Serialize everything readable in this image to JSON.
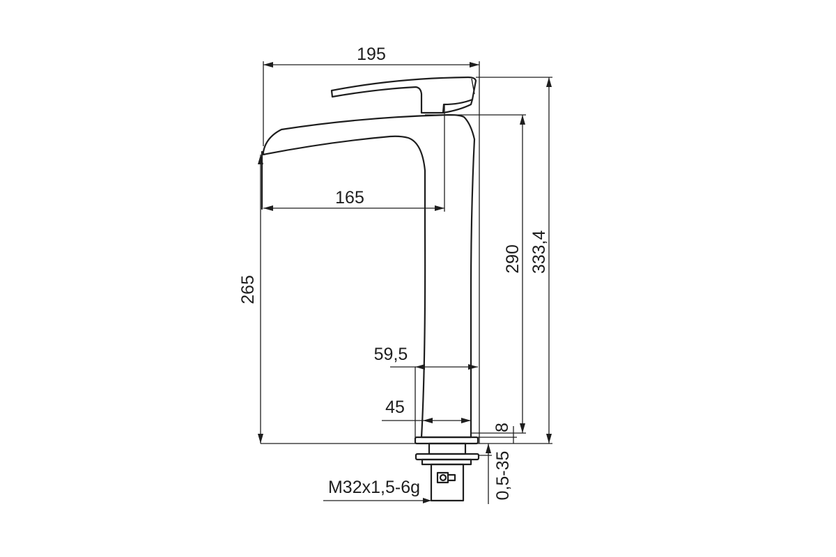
{
  "dimensions": {
    "overall_width": "195",
    "spout_reach": "165",
    "spout_height": "265",
    "body_height": "290",
    "total_height": "333,4",
    "base_width": "59,5",
    "neck_width": "45",
    "base_thickness": "8",
    "thread": "M32x1,5-6g",
    "deck_thickness": "0,5-35"
  },
  "colors": {
    "line": "#1e1e1e",
    "background": "#ffffff"
  }
}
